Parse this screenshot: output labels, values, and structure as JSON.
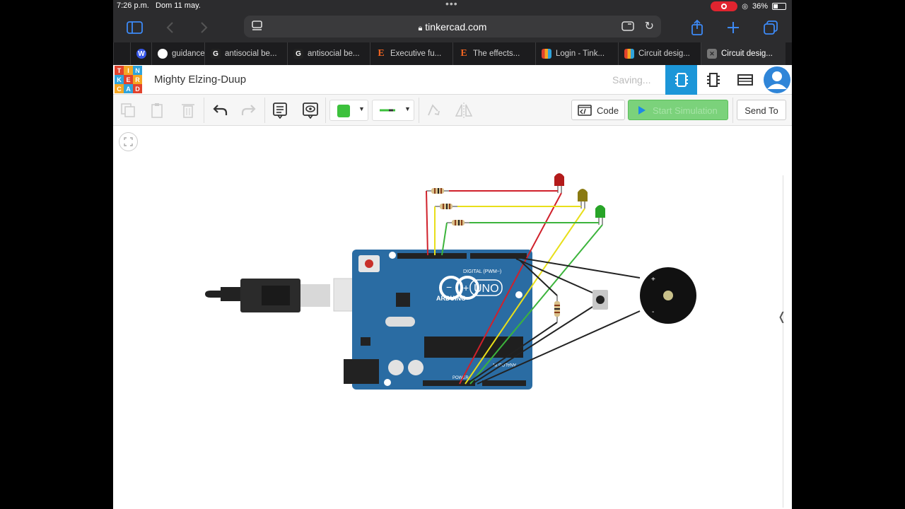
{
  "status_bar": {
    "time": "7:26 p.m.",
    "date": "Dom 11 may.",
    "battery": "36%"
  },
  "safari": {
    "url": "tinkercad.com",
    "tabs": [
      {
        "label": "",
        "icon": "blank-icon"
      },
      {
        "label": "",
        "icon": "wordpress-icon"
      },
      {
        "label": "guidance",
        "icon": "generic-icon"
      },
      {
        "label": "antisocial be...",
        "icon": "g-icon"
      },
      {
        "label": "antisocial be...",
        "icon": "g-icon"
      },
      {
        "label": "Executive fu...",
        "icon": "e-icon"
      },
      {
        "label": "The effects...",
        "icon": "e-icon"
      },
      {
        "label": "Login - Tink...",
        "icon": "tinkercad-icon"
      },
      {
        "label": "Circuit desig...",
        "icon": "tinkercad-icon"
      },
      {
        "label": "Circuit desig...",
        "icon": "close-icon"
      }
    ]
  },
  "header": {
    "logo_letters": [
      "T",
      "I",
      "N",
      "K",
      "E",
      "R",
      "C",
      "A",
      "D"
    ],
    "title": "Mighty Elzing-Duup",
    "save_status": "Saving..."
  },
  "toolbar": {
    "code_label": "Code",
    "simulate_label": "Start Simulation",
    "send_label": "Send To",
    "wire_color": "#3cc13c"
  },
  "board": {
    "name": "UNO",
    "brand": "ARDUINO",
    "digital_label": "DIGITAL (PWM~)",
    "power_label": "POWER",
    "analog_label": "ANALOG IN"
  },
  "colors": {
    "board": "#2a6ca3",
    "wire_red": "#d0212b",
    "wire_yellow": "#e8df1a",
    "wire_green": "#3cb43c",
    "wire_black": "#222222",
    "led_red": "#b31b1b",
    "led_yellow": "#8a7a12",
    "led_green": "#28a428"
  }
}
